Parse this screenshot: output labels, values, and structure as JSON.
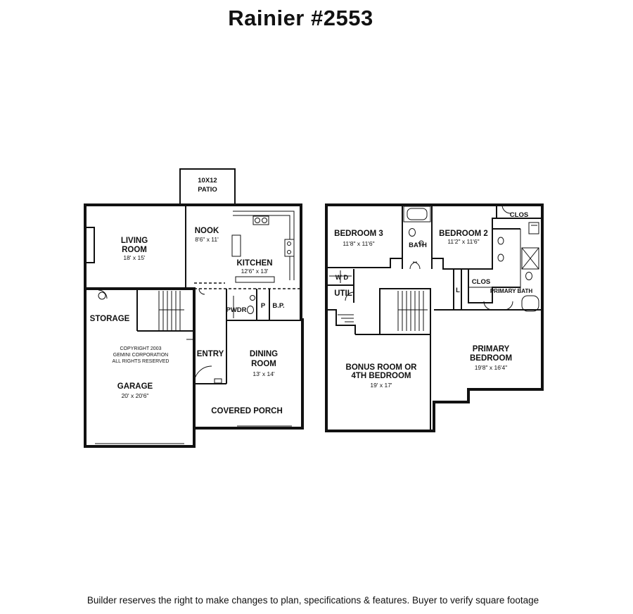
{
  "title": "Rainier #2553",
  "footer": "Builder reserves the right to make changes to plan, specifications & features. Buyer to verify square footage",
  "main_floor": {
    "patio": {
      "line1": "10X12",
      "line2": "PATIO"
    },
    "living": {
      "name1": "LIVING",
      "name2": "ROOM",
      "dim": "18' x 15'"
    },
    "nook": {
      "name": "NOOK",
      "dim": "8'6\" x 11'"
    },
    "kitchen": {
      "name": "KITCHEN",
      "dim": "12'6\" x 13'"
    },
    "storage": {
      "name": "STORAGE"
    },
    "copyright": {
      "line1": "COPYRIGHT 2003",
      "line2": "GEMINI CORPORATION",
      "line3": "ALL RIGHTS RESERVED"
    },
    "garage": {
      "name": "GARAGE",
      "dim": "20' x 20'6\""
    },
    "pwdr": {
      "name": "PWDR"
    },
    "p": {
      "name": "P"
    },
    "bp": {
      "name": "B.P."
    },
    "entry": {
      "name": "ENTRY"
    },
    "dining": {
      "name1": "DINING",
      "name2": "ROOM",
      "dim": "13' x 14'"
    },
    "porch": {
      "name": "COVERED PORCH"
    }
  },
  "upper_floor": {
    "bed3": {
      "name": "BEDROOM 3",
      "dim": "11'8\" x 11'6\""
    },
    "bath": {
      "name": "BATH"
    },
    "bed2": {
      "name": "BEDROOM 2",
      "dim": "11'2\" x 11'6\""
    },
    "clos1": {
      "name": "CLOS"
    },
    "wd": {
      "name": "W D"
    },
    "util": {
      "name": "UTIL"
    },
    "l": {
      "name": "L"
    },
    "clos2": {
      "name": "CLOS"
    },
    "primary_bath": {
      "name": "PRIMARY BATH"
    },
    "bonus": {
      "name1": "BONUS ROOM OR",
      "name2": "4TH BEDROOM",
      "dim": "19' x 17'"
    },
    "primary": {
      "name1": "PRIMARY",
      "name2": "BEDROOM",
      "dim": "19'8\" x 16'4\""
    }
  }
}
